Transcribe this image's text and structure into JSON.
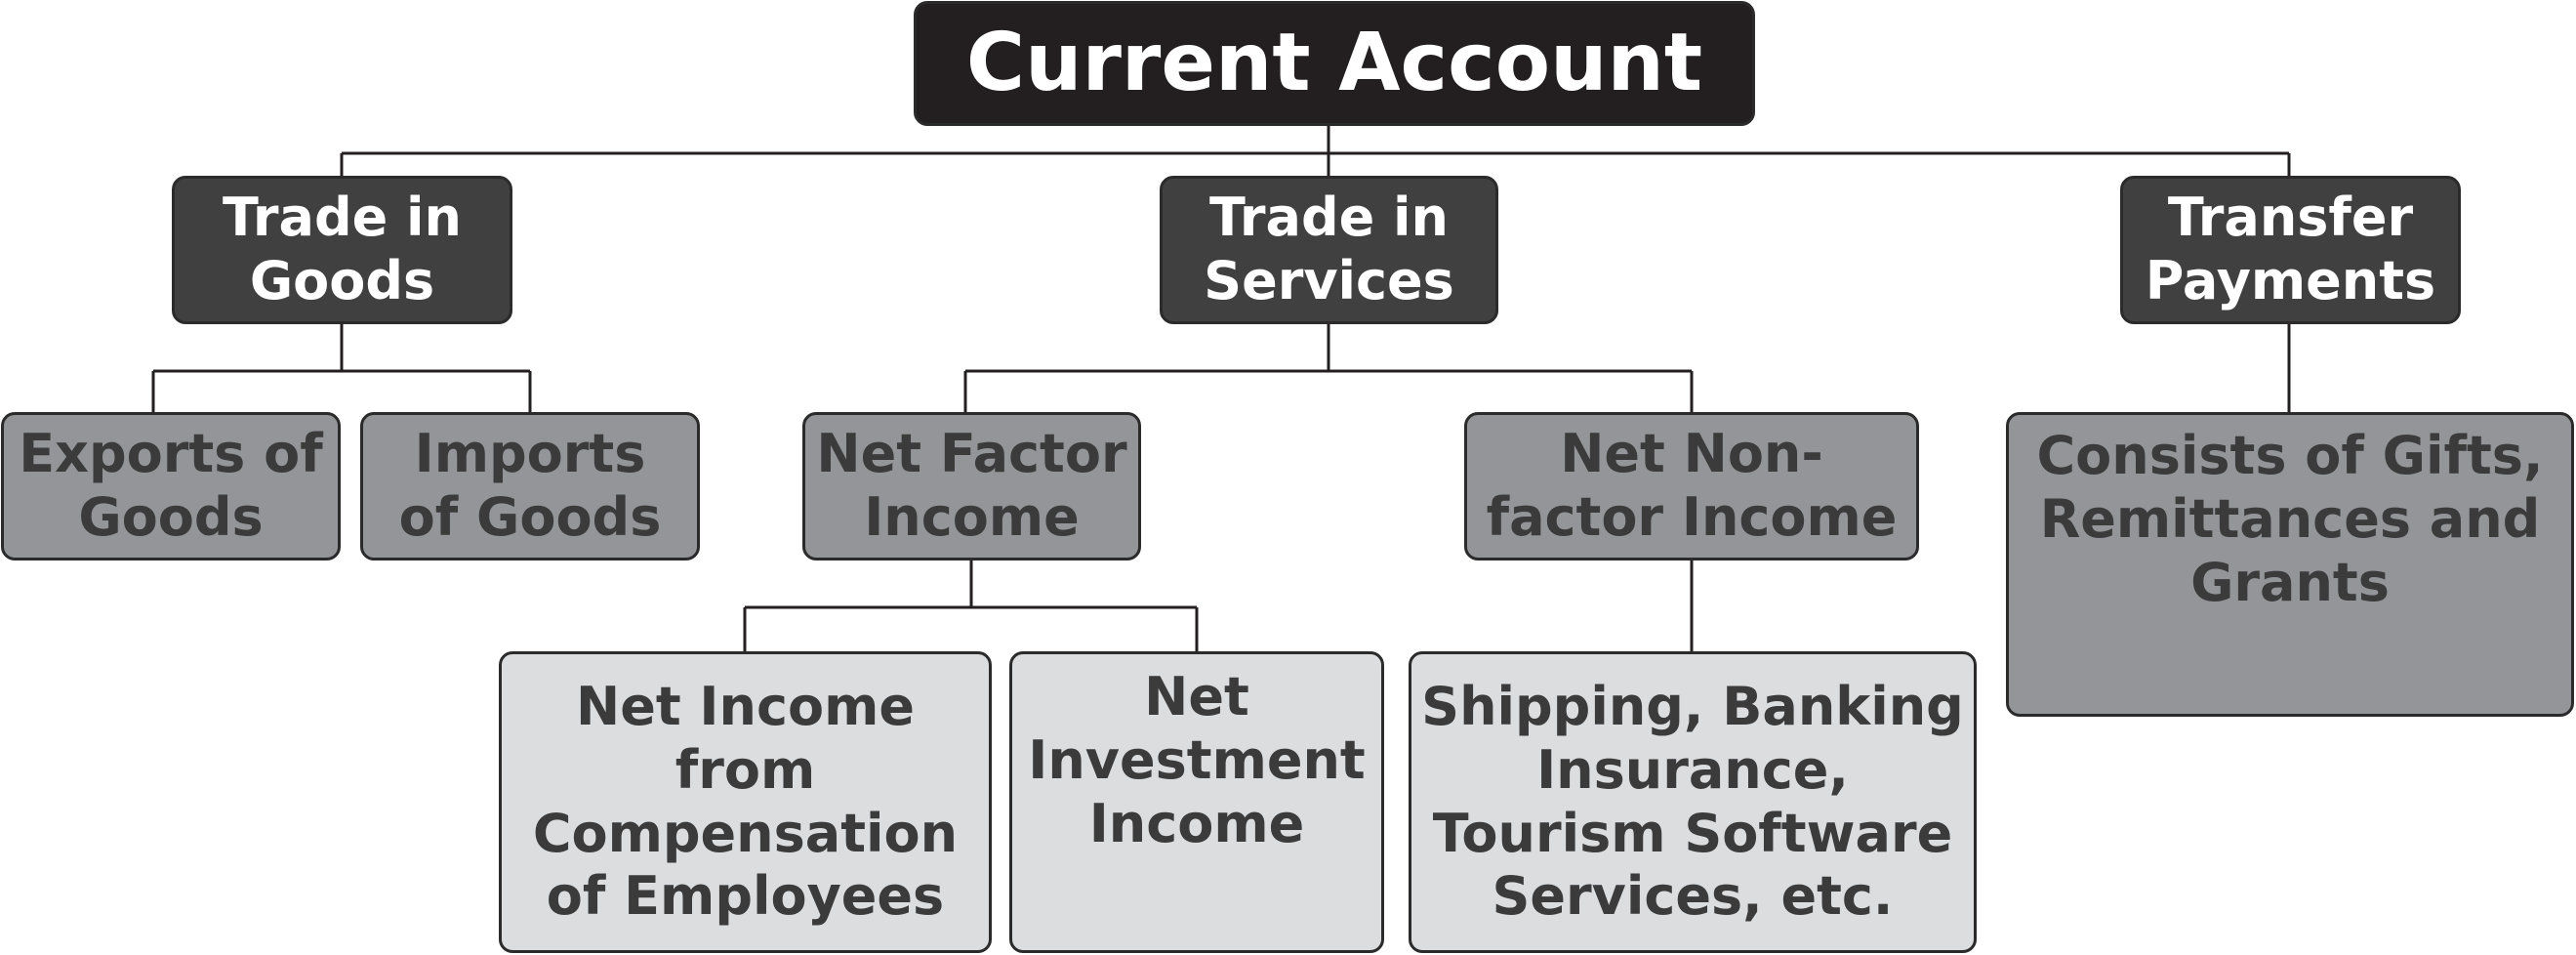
{
  "diagram": {
    "root": {
      "label": "Current Account"
    },
    "categories": [
      {
        "id": "goods",
        "label": "Trade in\nGoods",
        "children": [
          {
            "id": "exports",
            "label": "Exports of\nGoods"
          },
          {
            "id": "imports",
            "label": "Imports\nof Goods"
          }
        ]
      },
      {
        "id": "services",
        "label": "Trade in\nServices",
        "children": [
          {
            "id": "factor",
            "label": "Net Factor\nIncome",
            "children": [
              {
                "id": "comp",
                "label": "Net Income\nfrom\nCompensation\nof Employees"
              },
              {
                "id": "invest",
                "label": "Net\nInvestment\nIncome"
              }
            ]
          },
          {
            "id": "nonfactor",
            "label": "Net Non-\nfactor Income",
            "children": [
              {
                "id": "shipping",
                "label": "Shipping, Banking\nInsurance,\nTourism Software\nServices, etc."
              }
            ]
          }
        ]
      },
      {
        "id": "transfer",
        "label": "Transfer\nPayments",
        "children": [
          {
            "id": "gifts",
            "label": "Consists of Gifts,\nRemittances and\nGrants"
          }
        ]
      }
    ]
  },
  "colors": {
    "root_fill": "#231f20",
    "level1_fill": "#404041",
    "level2_fill": "#939598",
    "level3_fill": "#dcddde",
    "connector": "#231f20"
  }
}
